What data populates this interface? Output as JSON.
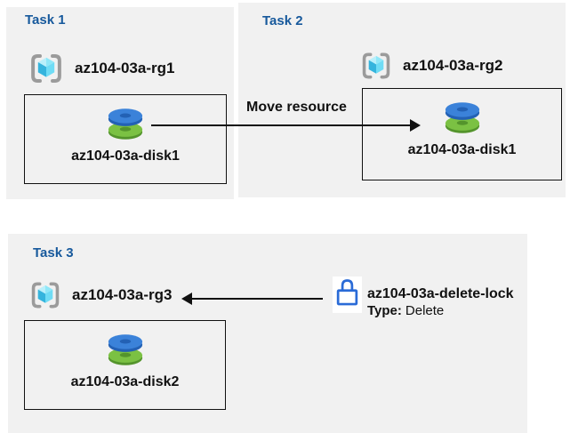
{
  "panels": [
    {
      "title": "Task 1",
      "rg_label": "az104-03a-rg1",
      "disk_label": "az104-03a-disk1"
    },
    {
      "title": "Task 2",
      "rg_label": "az104-03a-rg2",
      "disk_label": "az104-03a-disk1"
    },
    {
      "title": "Task 3",
      "rg_label": "az104-03a-rg3",
      "disk_label": "az104-03a-disk2"
    }
  ],
  "arrows": [
    {
      "name": "move-resource-arrow",
      "label": "Move resource",
      "direction": "right",
      "from": "az104-03a-disk1 in az104-03a-rg1",
      "to": "az104-03a-rg2 box"
    },
    {
      "name": "delete-lock-arrow",
      "label": "",
      "direction": "left",
      "from": "az104-03a-delete-lock",
      "to": "az104-03a-rg3"
    }
  ],
  "lock": {
    "name": "az104-03a-delete-lock",
    "type_label": "Type:",
    "type_value": "Delete"
  },
  "icons": {
    "resource_group": "azure-resource-group-icon (cyan cube in gray brackets)",
    "disk": "azure-managed-disk-icon (blue disk stacked on green disk)",
    "lock": "blue-outline-padlock-icon"
  },
  "colors": {
    "panel_bg": "#f1f1f1",
    "title_blue": "#17599c",
    "text": "#111111",
    "arrow": "#111111",
    "lock_blue": "#2a6bd7",
    "disk_blue": "#3b82d9",
    "disk_blue_dark": "#2361b4",
    "disk_green": "#7bc143",
    "disk_green_dark": "#54942c",
    "cube_left": "#35b4dd",
    "cube_right": "#6fdcf5",
    "cube_top": "#b9f0fb",
    "bracket_gray": "#9b9b9b"
  }
}
